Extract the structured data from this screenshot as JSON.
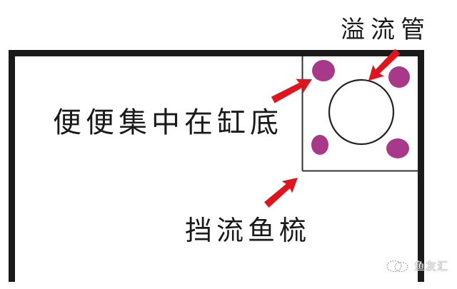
{
  "diagram": {
    "labels": {
      "overflow_pipe": "溢流管",
      "waste_collects": "便便集中在缸底",
      "flow_comb": "挡流鱼梳"
    },
    "watermark": {
      "icon": "wechat-icon",
      "text": "鱼友汇"
    },
    "colors": {
      "tank_border": "#1a1a1a",
      "waste_dot": "#a8398a",
      "arrow": "#e0141c",
      "background": "#ffffff"
    },
    "elements": {
      "tank": "aquarium tank outline (top-down view)",
      "comb_box": "overflow comb enclosure",
      "pipe": "overflow pipe (circle)",
      "dots": 4
    }
  }
}
